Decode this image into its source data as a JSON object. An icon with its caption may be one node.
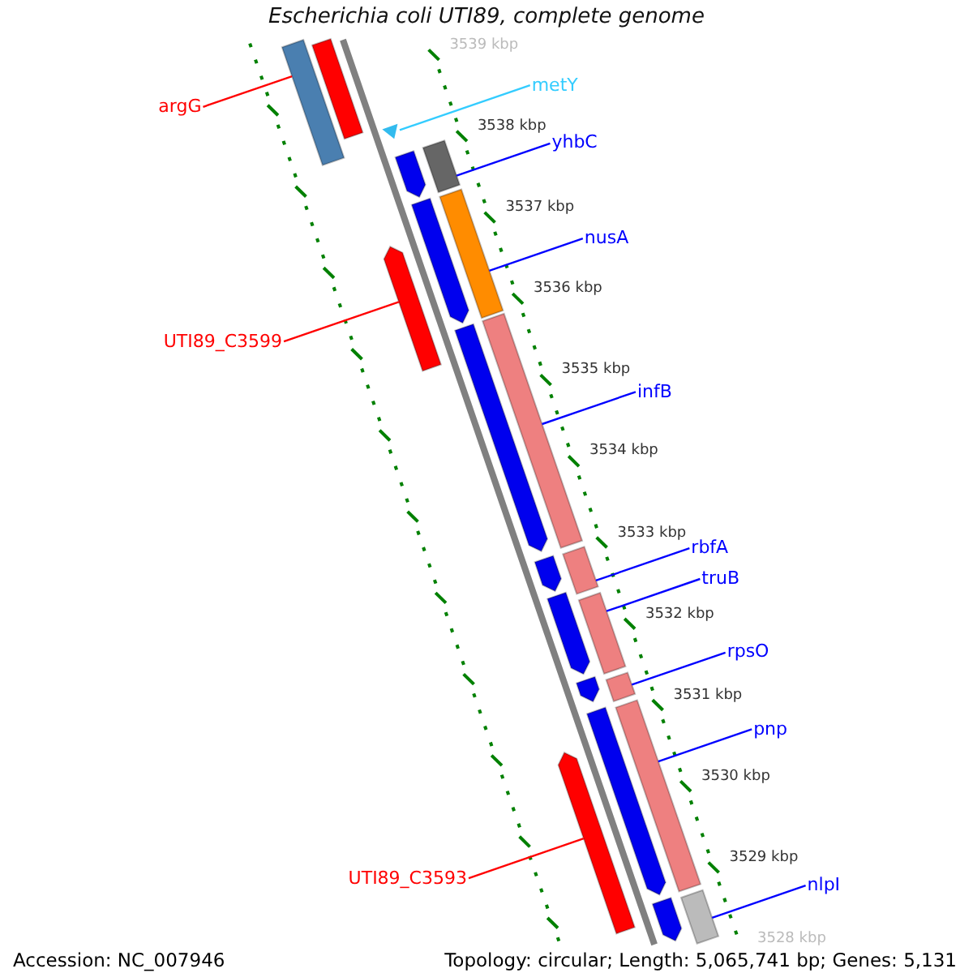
{
  "diagram": {
    "title": "Escherichia coli UTI89, complete genome",
    "nodes": [
      {
        "text": [
          "argG"
        ]
      },
      {
        "text": [
          "metY"
        ]
      },
      {
        "text": [
          "yhbC"
        ]
      },
      {
        "text": [
          "nusA"
        ]
      },
      {
        "text": [
          "UTI89_C3599"
        ]
      },
      {
        "text": [
          "infB"
        ]
      },
      {
        "text": [
          "rbfA"
        ]
      },
      {
        "text": [
          "truB"
        ]
      },
      {
        "text": [
          "rpsO"
        ]
      },
      {
        "text": [
          "pnp"
        ]
      },
      {
        "text": [
          "UTI89_C3593"
        ]
      },
      {
        "text": [
          "nlpI"
        ]
      },
      {
        "text": [],
        "shape": "bar"
      },
      {
        "text": [],
        "shape": "bar"
      },
      {
        "text": [],
        "shape": "triangle"
      },
      {
        "text": [],
        "shape": "bar"
      },
      {
        "text": [],
        "shape": "bar"
      },
      {
        "text": [],
        "shape": "bar"
      },
      {
        "text": [],
        "shape": "bar"
      },
      {
        "text": [],
        "shape": "bar"
      },
      {
        "text": [],
        "shape": "bar"
      },
      {
        "text": [],
        "shape": "bar"
      },
      {
        "text": [],
        "shape": "bar"
      },
      {
        "text": [],
        "shape": "bar"
      },
      {
        "text": [],
        "shape": "bar"
      },
      {
        "text": [],
        "shape": "bar"
      },
      {
        "text": [],
        "shape": "bar"
      },
      {
        "text": [],
        "shape": "bar"
      },
      {
        "text": [],
        "shape": "bar"
      },
      {
        "text": [],
        "shape": "bar"
      },
      {
        "text": [],
        "shape": "bar"
      },
      {
        "text": [],
        "shape": "bar"
      },
      {
        "text": [],
        "shape": "bar"
      }
    ],
    "edges": [
      {
        "from": 0,
        "to": 12,
        "arrow": "none",
        "color": "#ff0000"
      },
      {
        "from": 1,
        "to": 14,
        "arrow": "none",
        "color": "#33ccff"
      },
      {
        "from": 2,
        "to": 15,
        "arrow": "none"
      },
      {
        "from": 3,
        "to": 17,
        "arrow": "none"
      },
      {
        "from": 4,
        "to": 19,
        "arrow": "none",
        "color": "#ff0000"
      },
      {
        "from": 5,
        "to": 20,
        "arrow": "none"
      },
      {
        "from": 6,
        "to": 22,
        "arrow": "none"
      },
      {
        "from": 7,
        "to": 24,
        "arrow": "none"
      },
      {
        "from": 8,
        "to": 26,
        "arrow": "none"
      },
      {
        "from": 9,
        "to": 29,
        "arrow": "none"
      },
      {
        "from": 10,
        "to": 28,
        "arrow": "none",
        "color": "#ff0000"
      },
      {
        "from": 11,
        "to": 31,
        "arrow": "none"
      }
    ],
    "labels": [
      "3539 kbp",
      "3538 kbp",
      "3537 kbp",
      "3536 kbp",
      "3535 kbp",
      "3534 kbp",
      "3533 kbp",
      "3532 kbp",
      "3531 kbp",
      "3530 kbp",
      "3529 kbp",
      "3528 kbp",
      "Accession: NC_007946",
      "Topology: circular; Length: 5,065,741 bp; Genes: 5,131"
    ]
  }
}
